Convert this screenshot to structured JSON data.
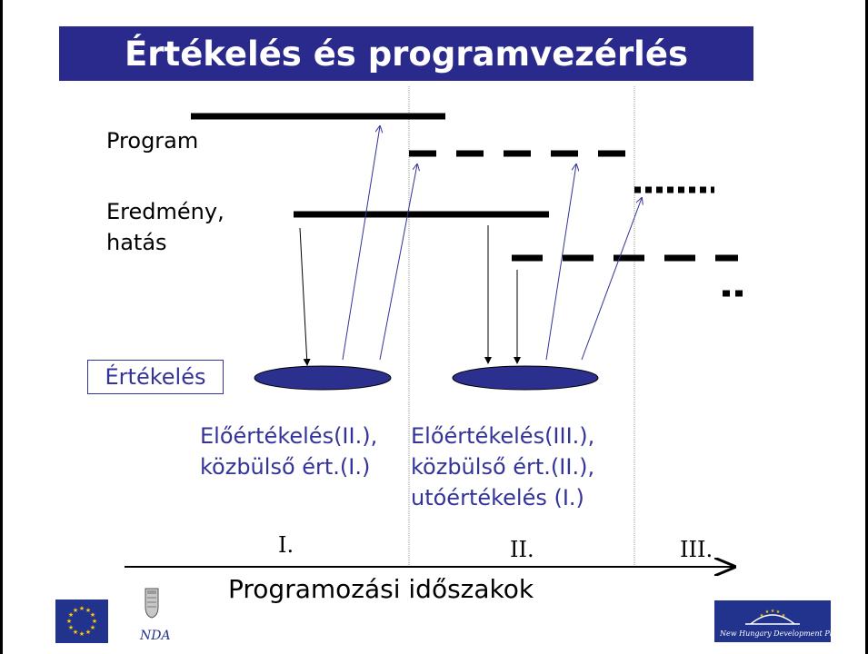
{
  "title": "Értékelés és programvezérlés",
  "labels": {
    "program": "Program",
    "result_line1": "Eredmény,",
    "result_line2": "hatás",
    "evaluation": "Értékelés"
  },
  "evaluations": {
    "left_line1": "Előértékelés(II.),",
    "left_line2": "közbülső ért.(I.)",
    "right_line1": "Előértékelés(III.),",
    "right_line2": "közbülső ért.(II.),",
    "right_line3": "utóértékelés (I.)"
  },
  "periods": {
    "p1": "I.",
    "p2": "II.",
    "p3": "III."
  },
  "axis_label": "Programozási időszakok",
  "footer": {
    "nda_text": "NDA",
    "nhdp_text": "New Hungary Development Plan"
  },
  "colors": {
    "title_bg": "#2a2a8c",
    "accent_blue": "#33339a",
    "ellipse_fill": "#2b2f8e"
  }
}
